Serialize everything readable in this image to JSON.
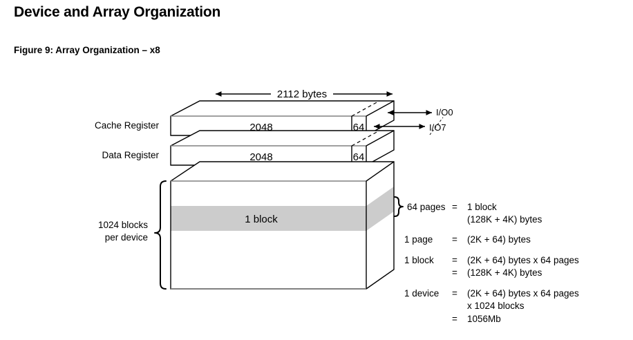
{
  "page": {
    "title": "Device and Array Organization",
    "figure_caption": "Figure 9: Array Organization – x8"
  },
  "diagram": {
    "top_dimension": "2112 bytes",
    "registers": [
      {
        "name": "Cache Register",
        "main": "2048",
        "spare": "64"
      },
      {
        "name": "Data Register",
        "main": "2048",
        "spare": "64"
      }
    ],
    "io_labels": [
      "I/O0",
      "I/O7"
    ],
    "array": {
      "left_brace_line1": "1024 blocks",
      "left_brace_line2": "per device",
      "band_label": "1 block",
      "band_brace_label": "64 pages"
    },
    "colors": {
      "band_gray": "#cccccc",
      "edge": "#000000",
      "edge_soft": "#808080"
    },
    "equations": [
      {
        "term": "64 pages",
        "rows": [
          {
            "eq": "=",
            "value": "1 block"
          },
          {
            "eq": "",
            "value": "(128K + 4K) bytes"
          }
        ]
      },
      {
        "term": "1 page",
        "rows": [
          {
            "eq": "=",
            "value": "(2K + 64) bytes"
          }
        ]
      },
      {
        "term": "1 block",
        "rows": [
          {
            "eq": "=",
            "value": "(2K + 64) bytes x 64 pages"
          },
          {
            "eq": "=",
            "value": "(128K + 4K) bytes"
          }
        ]
      },
      {
        "term": "1 device",
        "rows": [
          {
            "eq": "=",
            "value": "(2K + 64) bytes x 64 pages"
          },
          {
            "eq": "",
            "value": "x 1024 blocks"
          },
          {
            "eq": "=",
            "value": "1056Mb"
          }
        ]
      }
    ]
  }
}
